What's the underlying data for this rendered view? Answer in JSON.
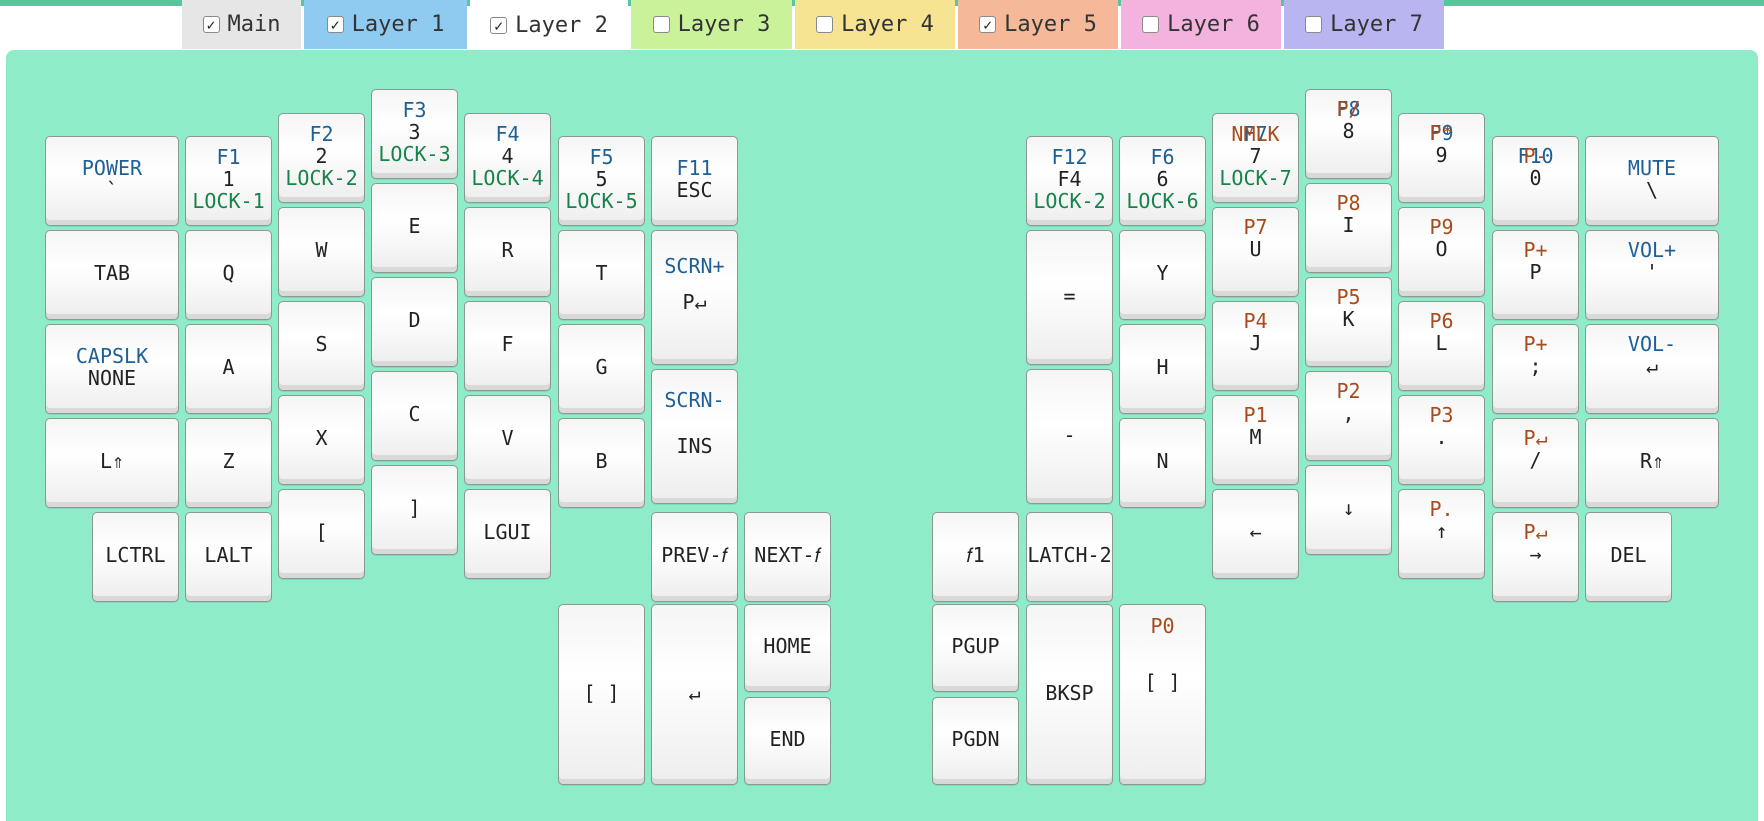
{
  "tabs": [
    {
      "label": "Main",
      "checked": true,
      "color": "#e6e6e6"
    },
    {
      "label": "Layer 1",
      "checked": true,
      "color": "#8fcaf0"
    },
    {
      "label": "Layer 2",
      "checked": true,
      "color": "#ffffff"
    },
    {
      "label": "Layer 3",
      "checked": false,
      "color": "#c9f29a"
    },
    {
      "label": "Layer 4",
      "checked": false,
      "color": "#f6e493"
    },
    {
      "label": "Layer 5",
      "checked": true,
      "color": "#f5b899"
    },
    {
      "label": "Layer 6",
      "checked": false,
      "color": "#f3b3de"
    },
    {
      "label": "Layer 7",
      "checked": false,
      "color": "#b8b5f1"
    }
  ],
  "colors": {
    "board": "#8eecc8",
    "layer1": "#1e5f96",
    "layer2": "#16844a",
    "layer5": "#a84a1a"
  },
  "check_mark": "✓",
  "keys": {
    "power": {
      "top": "POWER",
      "main": "`"
    },
    "k1": {
      "top": "F1",
      "main": "1",
      "bottom": "LOCK-1"
    },
    "k2": {
      "top": "F2",
      "main": "2",
      "bottom": "LOCK-2"
    },
    "k3": {
      "top": "F3",
      "main": "3",
      "bottom": "LOCK-3"
    },
    "k4": {
      "top": "F4",
      "main": "4",
      "bottom": "LOCK-4"
    },
    "k5": {
      "top": "F5",
      "main": "5",
      "bottom": "LOCK-5"
    },
    "esc": {
      "top": "F11",
      "main": "ESC"
    },
    "tab": {
      "main": "TAB"
    },
    "q": {
      "main": "Q"
    },
    "w": {
      "main": "W"
    },
    "e": {
      "main": "E"
    },
    "r": {
      "main": "R"
    },
    "t": {
      "main": "T"
    },
    "scrnup": {
      "top": "SCRN+",
      "main": "P↵"
    },
    "caps": {
      "top": "CAPSLK",
      "main": "NONE"
    },
    "a": {
      "main": "A"
    },
    "s": {
      "main": "S"
    },
    "d": {
      "main": "D"
    },
    "f": {
      "main": "F"
    },
    "g": {
      "main": "G"
    },
    "scrndn": {
      "top": "SCRN-",
      "main": "INS"
    },
    "lshift": {
      "main": "L⇑"
    },
    "z": {
      "main": "Z"
    },
    "x": {
      "main": "X"
    },
    "c": {
      "main": "C"
    },
    "v": {
      "main": "V"
    },
    "b": {
      "main": "B"
    },
    "lctrl": {
      "main": "LCTRL"
    },
    "lalt": {
      "main": "LALT"
    },
    "lbracket": {
      "main": "["
    },
    "rbracket": {
      "main": "]"
    },
    "lgui": {
      "main": "LGUI"
    },
    "prev": {
      "main": "PREV-𝑓"
    },
    "next": {
      "main": "NEXT-𝑓"
    },
    "lspace": {
      "main": "[ ]"
    },
    "enter": {
      "main": "↵"
    },
    "home": {
      "main": "HOME"
    },
    "end": {
      "main": "END"
    },
    "f12": {
      "top": "F12",
      "main": "F4",
      "bottom": "LOCK-2"
    },
    "k6": {
      "top": "F6",
      "main": "6",
      "bottom": "LOCK-6"
    },
    "k7": {
      "top": "NMLK",
      "top2": "F7",
      "main": "7",
      "bottom": "LOCK-7"
    },
    "k8": {
      "top": "P/",
      "top2": "F8",
      "main": "8"
    },
    "k9": {
      "top": "P*",
      "top2": "F9",
      "main": "9"
    },
    "k0": {
      "top": "P-",
      "top2": "F10",
      "main": "0"
    },
    "mute": {
      "top": "MUTE",
      "main": "\\"
    },
    "equals": {
      "main": "="
    },
    "y": {
      "main": "Y"
    },
    "u": {
      "top": "P7",
      "main": "U"
    },
    "i": {
      "top": "P8",
      "main": "I"
    },
    "o": {
      "top": "P9",
      "main": "O"
    },
    "p": {
      "top": "P+",
      "main": "P"
    },
    "volup": {
      "top": "VOL+",
      "main": "'"
    },
    "minus": {
      "main": "-"
    },
    "h": {
      "main": "H"
    },
    "j": {
      "top": "P4",
      "main": "J"
    },
    "k": {
      "top": "P5",
      "main": "K"
    },
    "l": {
      "top": "P6",
      "main": "L"
    },
    "semicolon": {
      "top": "P+",
      "main": ";"
    },
    "voldn": {
      "top": "VOL-",
      "main": "↵"
    },
    "n": {
      "main": "N"
    },
    "m": {
      "top": "P1",
      "main": "M"
    },
    "comma": {
      "top": "P2",
      "main": ","
    },
    "period": {
      "top": "P3",
      "main": "."
    },
    "slash": {
      "top": "P↵",
      "main": "/"
    },
    "rshift": {
      "main": "R⇑"
    },
    "left": {
      "main": "←"
    },
    "down": {
      "main": "↓"
    },
    "up": {
      "top": "P.",
      "main": "↑"
    },
    "right": {
      "top": "P↵",
      "main": "→"
    },
    "del": {
      "main": "DEL"
    },
    "fn1": {
      "main": "𝑓1"
    },
    "latch": {
      "main": "LATCH-2"
    },
    "pgup": {
      "main": "PGUP"
    },
    "pgdn": {
      "main": "PGDN"
    },
    "bksp": {
      "main": "BKSP"
    },
    "rspace": {
      "top": "P0",
      "main": "[ ]"
    }
  }
}
